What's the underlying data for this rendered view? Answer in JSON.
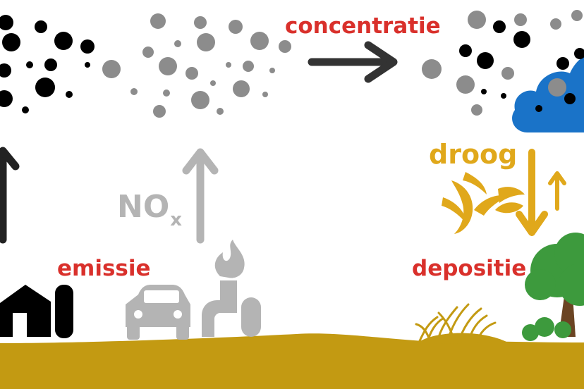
{
  "labels": {
    "concentratie": "concentratie",
    "emissie": "emissie",
    "depositie": "depositie",
    "droog": "droog",
    "nox_main": "NO",
    "nox_sub": "x"
  },
  "colors": {
    "red": "#d9302b",
    "black": "#000000",
    "dark_arrow": "#333333",
    "gray_particle": "#8c8c8c",
    "light_gray": "#b4b4b4",
    "gold": "#e0a81b",
    "ground": "#c39a12",
    "cloud": "#1a73c8",
    "tree_green": "#3d9a3d",
    "trunk": "#6b4423"
  },
  "icons": [
    "farm-barn-icon",
    "car-icon",
    "factory-icon",
    "cloud-icon",
    "tree-icon",
    "grass-tuft-icon",
    "wind-leaves-icon"
  ]
}
